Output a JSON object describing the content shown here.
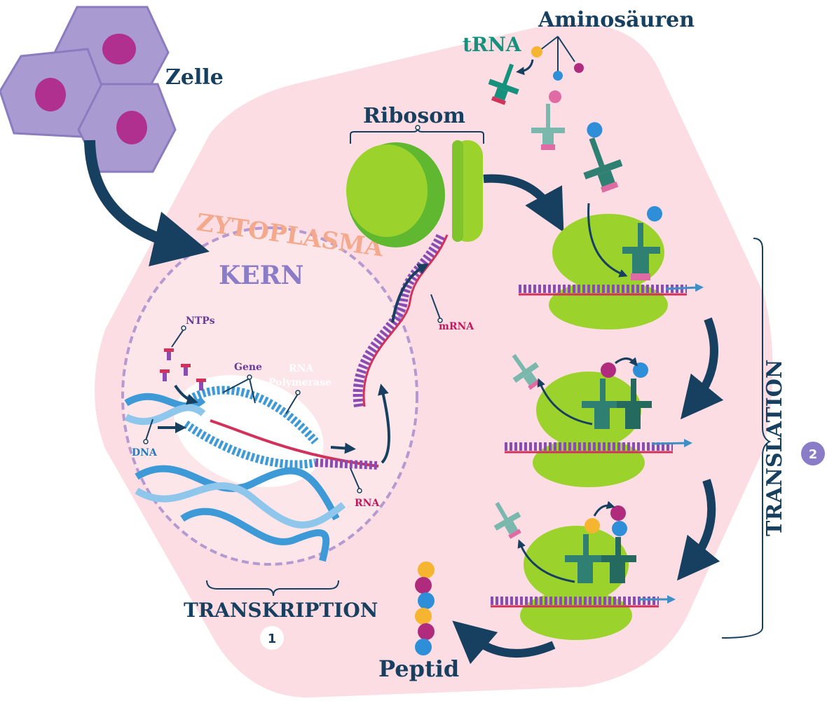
{
  "labels": {
    "cell": "Zelle",
    "cytoplasm": "ZYTOPLASMA",
    "nucleus": "KERN",
    "ntps": "NTPs",
    "gene": "Gene",
    "rna_polymerase_line1": "RNA",
    "rna_polymerase_line2": "Polymerase",
    "dna": "DNA",
    "rna": "RNA",
    "mrna": "mRNA",
    "ribosome": "Ribosom",
    "trna": "tRNA",
    "amino_acids": "Aminosäuren",
    "transcription": "TRANSKRIPTION",
    "transcription_step": "1",
    "translation": "TRANSLATION",
    "translation_step": "2",
    "peptide": "Peptid"
  },
  "colors": {
    "cytoplasm_fill": "#fbdde3",
    "nucleus_border": "#b49ad0",
    "cell_fill": "#a99ad2",
    "cell_nucleus": "#b0308f",
    "ribosome_green": "#9bd32c",
    "ribosome_dark": "#5fb82f",
    "trna_teal": "#2f7f72",
    "trna_light": "#7ab8ae",
    "dna_blue": "#3d9ad6",
    "mrna_purple": "#8a4cb3",
    "rna_red": "#d2315a",
    "arrow_navy": "#173f5f",
    "label_navy": "#173f5f",
    "label_teal": "#15917e",
    "label_purple": "#6a3a9a",
    "label_crimson": "#c2185b",
    "label_salmon": "#f4a98d",
    "amino_yellow": "#f6b531",
    "amino_blue": "#2e8fd8",
    "amino_magenta": "#b02b7e",
    "amino_pink": "#e06aa3"
  },
  "peptide_chain": [
    "amino_yellow",
    "amino_magenta",
    "amino_blue",
    "amino_yellow",
    "amino_magenta",
    "amino_blue"
  ]
}
